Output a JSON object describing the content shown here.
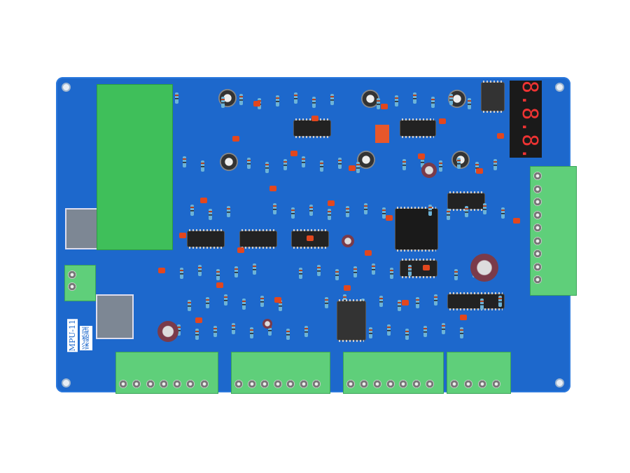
{
  "board": {
    "model_label": "MPU-11",
    "type_label": "彩脉型",
    "display_digits": "8.8.8.",
    "colors": {
      "pcb": "#1d68cc",
      "terminal": "#5fcf7a",
      "daughterboard": "#3fbf5a",
      "display": "#e33333"
    }
  }
}
